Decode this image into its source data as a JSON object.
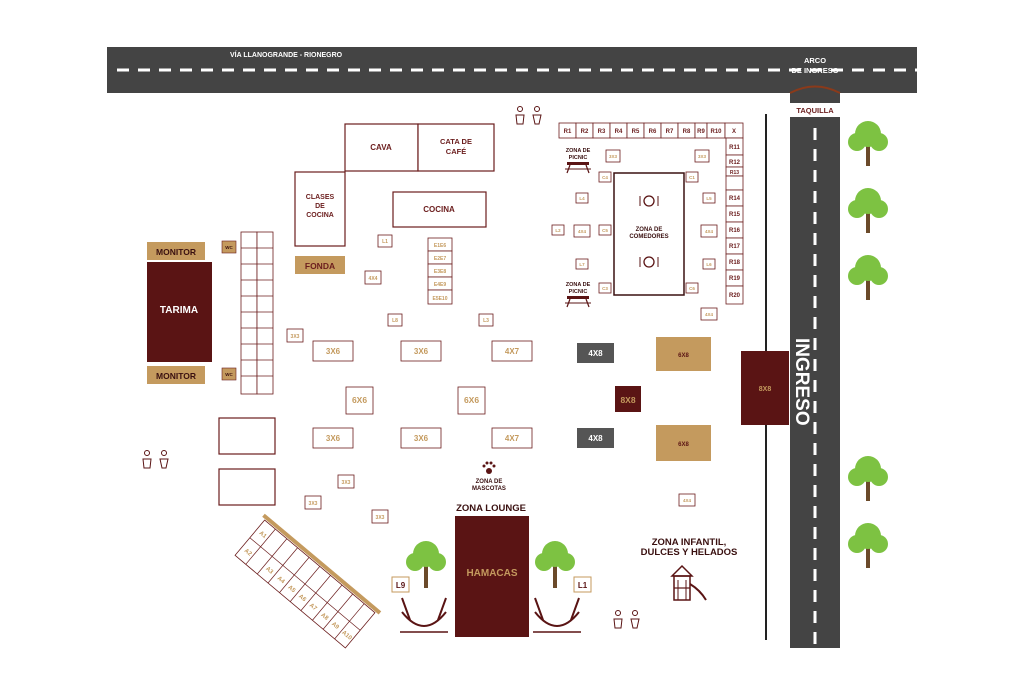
{
  "roads": {
    "main_road_label": "VÍA LLANOGRANDE - RIONEGRO",
    "entrance_arch": [
      "ARCO",
      "DE INGRESO"
    ],
    "ticket_office": "TAQUILLA",
    "entrance_road_label": "INGRESO"
  },
  "buildings": {
    "cava": "CAVA",
    "cata_cafe": [
      "CATA DE",
      "CAFÉ"
    ],
    "clases_cocina": [
      "CLASES",
      "DE",
      "COCINA"
    ],
    "cocina": "COCINA",
    "fonda": "FONDA"
  },
  "stage": {
    "monitor_top": "MONITOR",
    "monitor_bottom": "MONITOR",
    "tarima": "TARIMA",
    "wc": "WC"
  },
  "stands": {
    "r_row": [
      "R1",
      "R2",
      "R3",
      "R4",
      "R5",
      "R6",
      "R7",
      "R8",
      "R9",
      "R10",
      "X"
    ],
    "r_col": [
      "R11",
      "R12",
      "R13",
      "R14",
      "R15",
      "R16",
      "R17",
      "R18",
      "R19",
      "R20"
    ],
    "e_col": [
      "E1E6",
      "E2E7",
      "E3E8",
      "E4E9",
      "E5E10"
    ],
    "large": {
      "a": "3X6",
      "b": "3X6",
      "c": "4X7",
      "d": "4X8",
      "e": "6X8",
      "f": "6X6",
      "g": "6X6",
      "h": "8X8",
      "i": "3X6",
      "j": "3X6",
      "k": "4X7",
      "l": "4X8",
      "m": "6X8",
      "n": "8X8"
    },
    "small": {
      "l1": "L1",
      "l8": "L8",
      "l3": "L3",
      "x4a_left": "4X4",
      "x3_a": "3X3",
      "x3_b": "3X3",
      "x3_c": "3X3",
      "x3_d": "3X3",
      "x3_picnic_a": "3X3",
      "x3_picnic_b": "3X3",
      "c4": "C4",
      "l4": "L4",
      "l2": "L2",
      "x4a_b": "4X4",
      "c5": "C5",
      "l7": "L7",
      "c3": "C3",
      "c1": "C1",
      "l5": "L5",
      "x4a_c": "4X4",
      "l6": "L6",
      "c6": "C6",
      "x4a_d": "4X4",
      "x4a_e": "4X4"
    },
    "angled": [
      "A1",
      "A2",
      "A3",
      "A4",
      "A5",
      "A6",
      "A7",
      "A8",
      "A9",
      "A10"
    ]
  },
  "zones": {
    "comedores": [
      "ZONA DE",
      "COMEDORES"
    ],
    "picnic_top": [
      "ZONA DE",
      "PICNIC"
    ],
    "picnic_bottom": [
      "ZONA DE",
      "PICNIC"
    ],
    "mascotas": [
      "ZONA DE",
      "MASCOTAS"
    ],
    "lounge": "ZONA LOUNGE",
    "hamacas": "HAMACAS",
    "infantil": [
      "ZONA INFANTIL,",
      "DULCES Y HELADOS"
    ],
    "hammock_left": "L9",
    "hammock_right": "L1"
  },
  "colors": {
    "maroon": "#5a1414",
    "gold": "#c49a5e",
    "road": "#444444",
    "tree": "#7dc242",
    "trunk": "#6b4a2a"
  },
  "icons": [
    "restroom-icon",
    "tree-icon",
    "plate-icon",
    "paw-icon",
    "playground-icon",
    "hammock-icon",
    "picnic-table-icon"
  ]
}
